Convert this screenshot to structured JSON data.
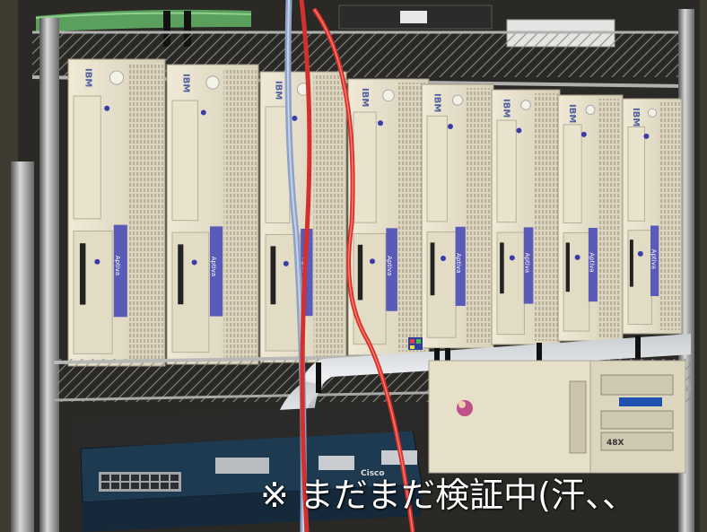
{
  "photo": {
    "server_brand": "IBM",
    "server_model_text": "Aptiva",
    "server_count": 8,
    "switch_brand": "Cisco",
    "drive_label": "48X"
  },
  "caption": {
    "text": "※ まだまだ検証中(汗、、"
  },
  "colors": {
    "rack_metal": "#9a9a98",
    "server_case": "#e6e0cc",
    "switch_blue": "#1e3a50",
    "cable_red": "#d4302c",
    "cable_blue": "#8fa3c8",
    "background": "#3d3b30"
  }
}
